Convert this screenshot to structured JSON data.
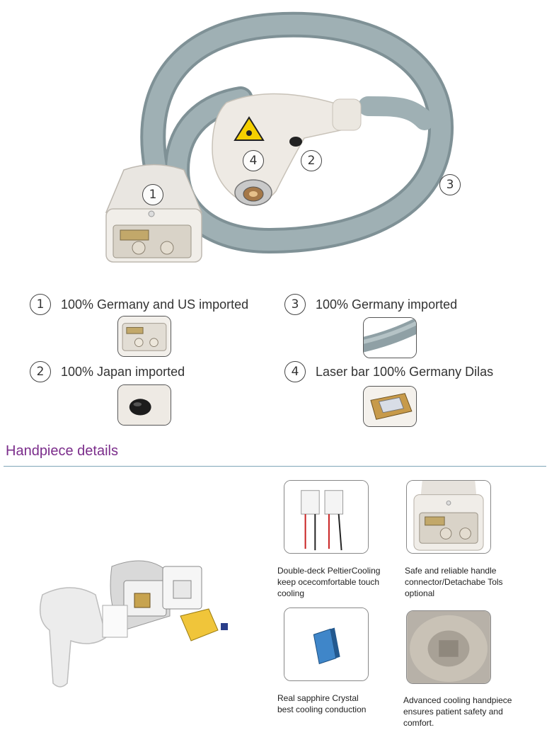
{
  "hero": {
    "badges": [
      "1",
      "2",
      "3",
      "4"
    ]
  },
  "legend": [
    {
      "num": "1",
      "text": "100% Germany and US imported"
    },
    {
      "num": "3",
      "text": "100% Germany imported"
    },
    {
      "num": "2",
      "text": "100% Japan imported"
    },
    {
      "num": "4",
      "text": "Laser bar 100% Germany Dilas"
    }
  ],
  "section": {
    "title": "Handpiece details"
  },
  "details": [
    {
      "caption_line1": "Double-deck PeltierCooling",
      "caption_line2": "keep ocecomfortable touch",
      "caption_line3": "cooling"
    },
    {
      "caption_line1": "Safe and reliable handle",
      "caption_line2": "connector/Detachabe Tols",
      "caption_line3": "optional"
    },
    {
      "caption_line1": "Real sapphire Crystal",
      "caption_line2": "best cooling conduction",
      "caption_line3": ""
    },
    {
      "caption_line1": "Advanced cooling handpiece",
      "caption_line2": "ensures patient safety and",
      "caption_line3": "comfort."
    }
  ],
  "colors": {
    "cable": "#8fa0a5",
    "handpiece": "#eeeae4",
    "title_purple": "#7b2d8b",
    "rule": "#7fa6b8"
  }
}
